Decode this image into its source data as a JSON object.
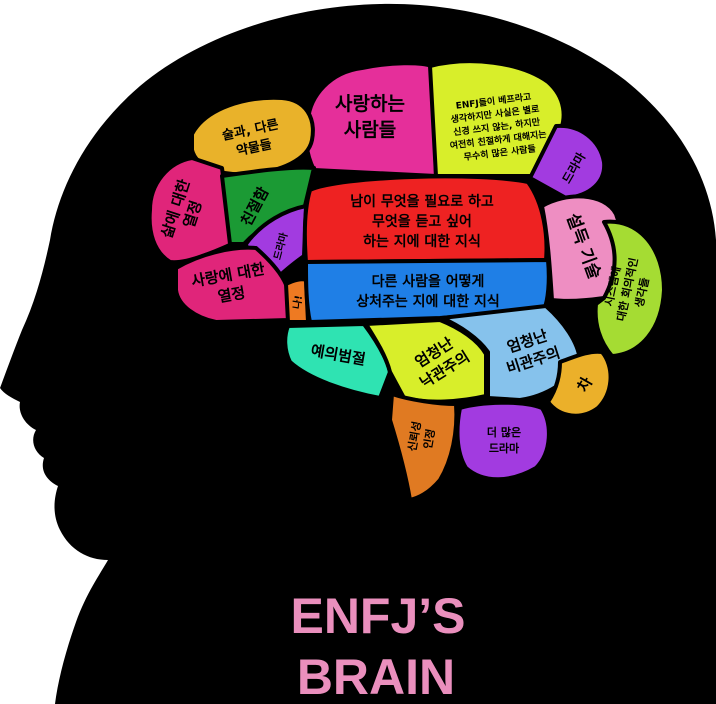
{
  "title": {
    "line1": "ENFJ’S",
    "line2": "BRAIN",
    "color": "#ea8fbd"
  },
  "regions": {
    "loving_people": {
      "label": [
        "사랑하는",
        "사람들"
      ],
      "color": "#e52f9a"
    },
    "enfj_note": {
      "label": [
        "ENFJ들이 베프라고",
        "생각하지만 사실은 별로",
        "신경 쓰지 않는, 하지만",
        "여전히 친절하게 대해지는",
        "무수히 많은 사람들"
      ],
      "color": "#d8ee2a"
    },
    "alcohol": {
      "label": [
        "술과, 다른",
        "약물들"
      ],
      "color": "#e9b22a"
    },
    "passion_life": {
      "label": [
        "삶에 대한",
        "열정"
      ],
      "color": "#e0257a"
    },
    "kindness": {
      "label": [
        "친절함"
      ],
      "color": "#1b9a34"
    },
    "drama_small": {
      "label": [
        "드라마"
      ],
      "color": "#a23be0"
    },
    "passion_love": {
      "label": [
        "사랑에 대한",
        "열정"
      ],
      "color": "#e0257a"
    },
    "me": {
      "label": [
        "나!"
      ],
      "color": "#ee7a22"
    },
    "needs": {
      "label": [
        "남이 무엇을 필요로 하고",
        "무엇을 듣고 싶어",
        "하는 지에 대한 지식"
      ],
      "color": "#ee2222"
    },
    "hurt": {
      "label": [
        "다른 사람을 어떻게",
        "상처주는 지에 대한 지식"
      ],
      "color": "#1f7fe6"
    },
    "drama_top": {
      "label": [
        "드라마"
      ],
      "color": "#a23be0"
    },
    "persuasion": {
      "label": [
        "설득 기술"
      ],
      "color": "#ee8ec2"
    },
    "systems": {
      "label": [
        "시스템에",
        "대한 회의적인",
        "생각들"
      ],
      "color": "#a5dc33"
    },
    "manners": {
      "label": [
        "예의범절"
      ],
      "color": "#2fe3b2"
    },
    "optimism": {
      "label": [
        "엄청난",
        "낙관주의"
      ],
      "color": "#d8ee2a"
    },
    "pessimism": {
      "label": [
        "엄청난",
        "비관주의"
      ],
      "color": "#86c2ec"
    },
    "tea": {
      "label": [
        "차"
      ],
      "color": "#ebb02a"
    },
    "more_drama": {
      "label": [
        "더 많은",
        "드라마"
      ],
      "color": "#a23be0"
    },
    "honesty": {
      "label": [
        "신뢰성",
        "인정"
      ],
      "color": "#e07a22"
    }
  }
}
